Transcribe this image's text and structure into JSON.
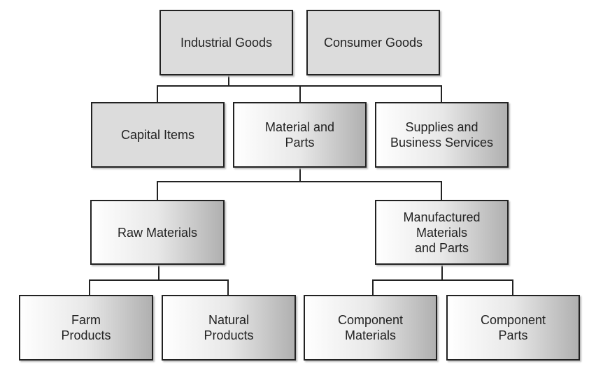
{
  "nodes": {
    "industrial_goods": "Industrial Goods",
    "consumer_goods": "Consumer Goods",
    "capital_items": "Capital Items",
    "material_and_parts": "Material and\nParts",
    "supplies_services": "Supplies and\nBusiness Services",
    "raw_materials": "Raw Materials",
    "manufactured": "Manufactured\nMaterials\nand Parts",
    "farm_products": "Farm\nProducts",
    "natural_products": "Natural\nProducts",
    "component_materials": "Component\nMaterials",
    "component_parts": "Component\nParts"
  },
  "colors": {
    "border": "#222222",
    "flat_fill": "#dcdcdc"
  }
}
